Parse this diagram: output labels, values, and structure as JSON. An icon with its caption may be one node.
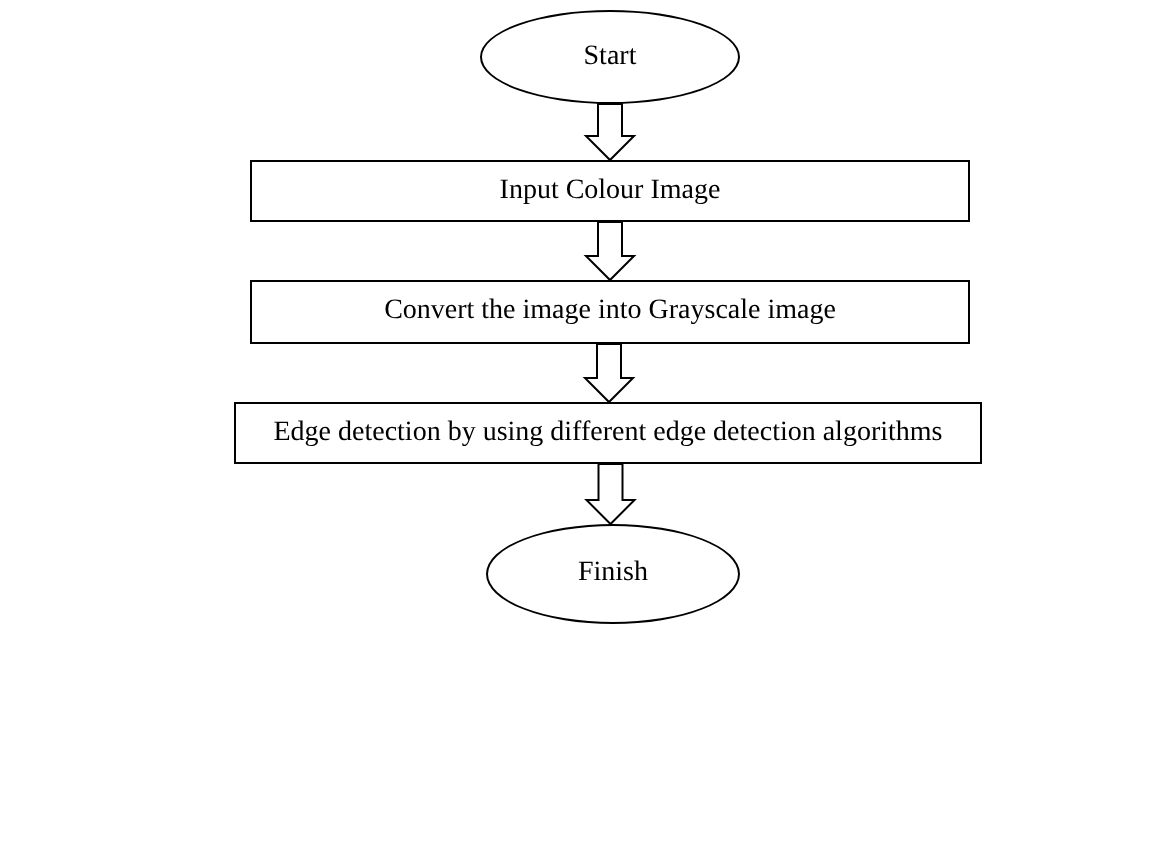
{
  "diagram": {
    "nodes": [
      {
        "text": [
          "Start"
        ]
      },
      {
        "text": [
          "Input Colour Image"
        ]
      },
      {
        "text": [
          "Convert the image into Grayscale image"
        ]
      },
      {
        "text": [
          "Edge detection by using different edge detection algorithms"
        ]
      },
      {
        "text": [
          "Finish"
        ]
      }
    ],
    "edges": [
      {
        "from": 0,
        "to": 1,
        "arrow": "to"
      },
      {
        "from": 1,
        "to": 2,
        "arrow": "to"
      },
      {
        "from": 2,
        "to": 3,
        "arrow": "to"
      },
      {
        "from": 3,
        "to": 4,
        "arrow": "to"
      }
    ]
  }
}
